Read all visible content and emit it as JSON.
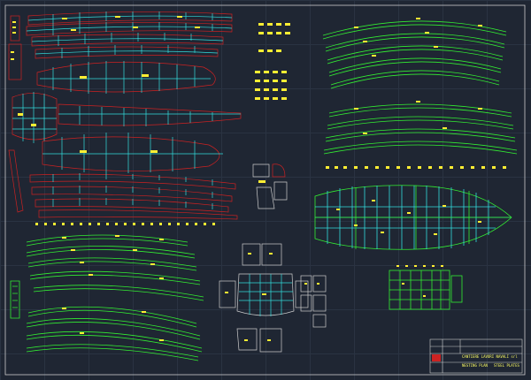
{
  "drawing": {
    "background": "#1f2633",
    "colors": {
      "frame": "#ffffff",
      "plate_cyan": "#33dddd",
      "plate_outline_red": "#cc2222",
      "plate_green": "#33ee33",
      "label_yellow": "#ffee33",
      "title_block": "#cccccc"
    }
  },
  "title_block": {
    "company": "CANTIERE LAVORI NAVALI srl",
    "line2": "NESTING PLAN",
    "line3": "STEEL PLATES"
  }
}
